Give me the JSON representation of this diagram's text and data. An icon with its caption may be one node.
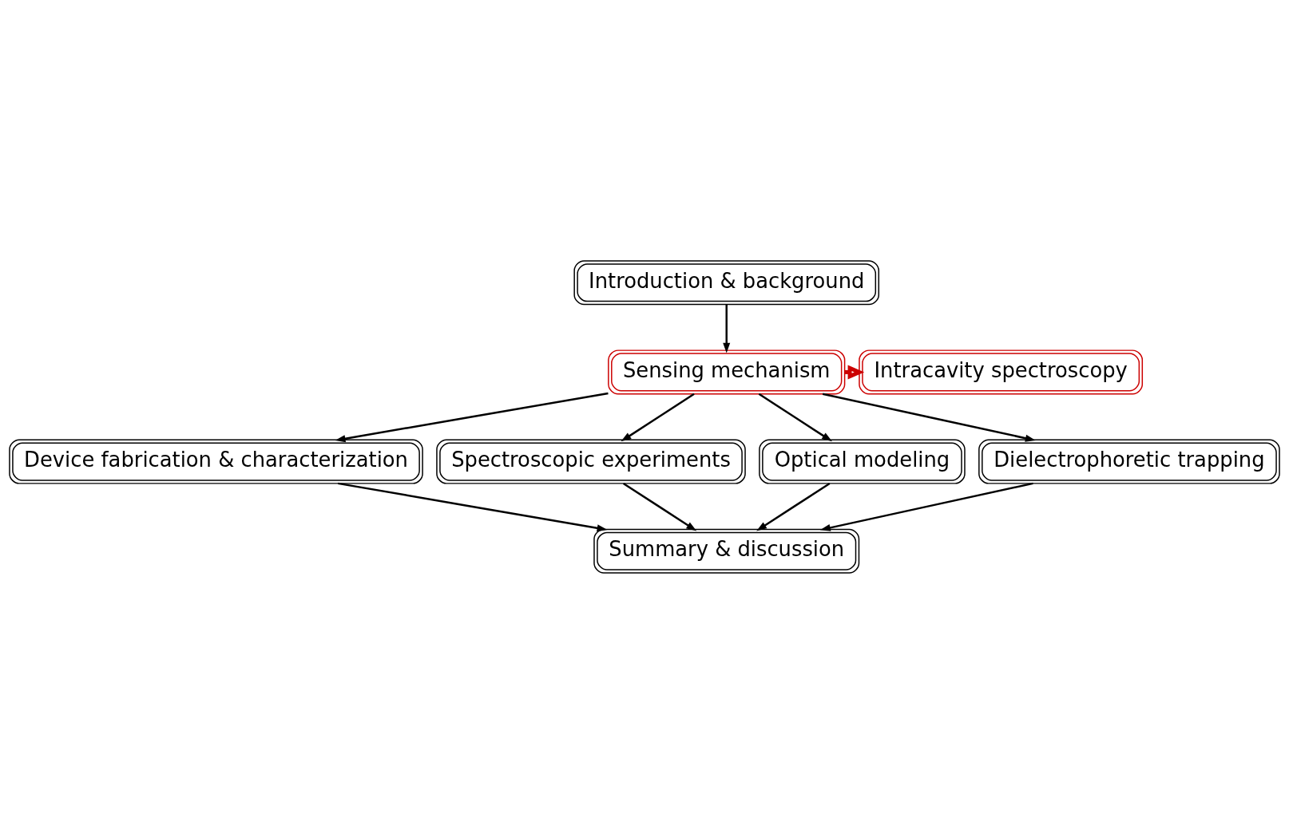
{
  "diagram": {
    "nodes": [
      {
        "text": [
          "Introduction & background"
        ]
      },
      {
        "text": [
          "Sensing mechanism"
        ]
      },
      {
        "text": [
          "Intracavity spectroscopy"
        ]
      },
      {
        "text": [
          "Device fabrication & characterization"
        ]
      },
      {
        "text": [
          "Spectroscopic experiments"
        ]
      },
      {
        "text": [
          "Optical modeling"
        ]
      },
      {
        "text": [
          "Dielectrophoretic trapping"
        ]
      },
      {
        "text": [
          "Summary & discussion"
        ]
      }
    ],
    "edges": [
      {
        "from": 0,
        "to": 1,
        "arrow": "to"
      },
      {
        "from": 1,
        "to": 2,
        "arrow": "to",
        "style": "thick",
        "color": "#cc0000"
      },
      {
        "from": 1,
        "to": 3,
        "arrow": "to"
      },
      {
        "from": 1,
        "to": 4,
        "arrow": "to"
      },
      {
        "from": 1,
        "to": 5,
        "arrow": "to"
      },
      {
        "from": 1,
        "to": 6,
        "arrow": "to"
      },
      {
        "from": 3,
        "to": 7,
        "arrow": "to"
      },
      {
        "from": 4,
        "to": 7,
        "arrow": "to"
      },
      {
        "from": 5,
        "to": 7,
        "arrow": "to"
      },
      {
        "from": 6,
        "to": 7,
        "arrow": "to"
      }
    ]
  }
}
